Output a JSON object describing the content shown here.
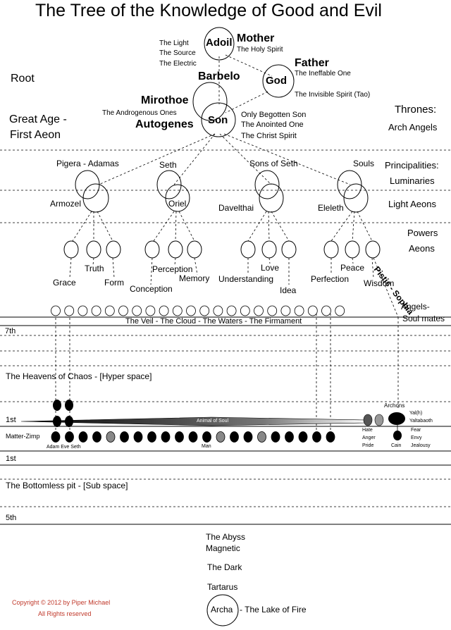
{
  "title": "The Tree of the Knowledge of Good and Evil",
  "left_labels": {
    "root": "Root",
    "great_age_1": "Great Age -",
    "great_age_2": "First Aeon"
  },
  "top": {
    "adoil": "Adoil",
    "mother": "Mother",
    "holy_spirit": "The Holy Spirit",
    "light": "The Light",
    "source": "The Source",
    "electric": "The Electric",
    "father": "Father",
    "ineffable": "The Ineffable One",
    "god": "God",
    "invisible": "The Invisible Spirit (Tao)",
    "barbelo": "Barbelo",
    "mirothoe": "Mirothoe",
    "androgenous": "The Androgenous Ones",
    "autogenes": "Autogenes",
    "son": "Son",
    "only_begotten": "Only Begotten Son",
    "anointed": "The Anointed One",
    "christ": "The Christ Spirit"
  },
  "right_labels": {
    "thrones": "Thrones:",
    "archangels": "Arch Angels",
    "principalities": "Principalities:",
    "luminaries": "Luminaries",
    "light_aeons": "Light Aeons",
    "powers": "Powers",
    "aeons": "Aeons",
    "angels": "Angels-",
    "soul_mates": "Soul mates"
  },
  "luminaries": {
    "pigera": "Pigera - Adamas",
    "seth": "Seth",
    "sons_of_seth": "Sons of Seth",
    "souls": "Souls"
  },
  "light_aeons": {
    "armozel": "Armozel",
    "oriel": "Oriel",
    "davelthai": "Davelthai",
    "eleleth": "Eleleth"
  },
  "powers": {
    "grace": "Grace",
    "truth": "Truth",
    "form": "Form",
    "conception": "Conception",
    "perception": "Perception",
    "memory": "Memory",
    "understanding": "Understanding",
    "love": "Love",
    "idea": "Idea",
    "perfection": "Perfection",
    "peace": "Peace",
    "wisdom": "Wisdom",
    "pistis": "Pistis - Sophia"
  },
  "levels": {
    "veil": "The Veil - The Cloud - The Waters - The Firmament",
    "seventh": "7th",
    "heavens_chaos": "The Heavens of Chaos - [Hyper space]",
    "first": "1st",
    "animal_soul": "Animal of Soul",
    "matter_zimp": "Matter-Zimp",
    "adam_eve_seth": "Adam Eve Seth",
    "man": "Man",
    "first_lower": "1st",
    "bottomless": "The Bottomless pit - [Sub space]",
    "fifth": "5th"
  },
  "archons": {
    "archons": "Archons",
    "yaltb": "Yal(h)",
    "yaltabaoth": "Yaltabaoth",
    "hate": "Hate",
    "anger": "Anger",
    "pride": "Pride",
    "cain": "Cain",
    "fear": "Fear",
    "envy": "Envy",
    "jealousy": "Jealousy"
  },
  "bottom": {
    "abyss": "The Abyss",
    "magnetic": "Magnetic",
    "dark": "The Dark",
    "tartarus": "Tartarus",
    "archa": "Archa",
    "lake_of_fire": "- The Lake of Fire"
  },
  "copyright": {
    "line1": "Copyright © 2012 by Piper Michael",
    "line2": "All Rights reserved",
    "color": "#c0392b"
  }
}
